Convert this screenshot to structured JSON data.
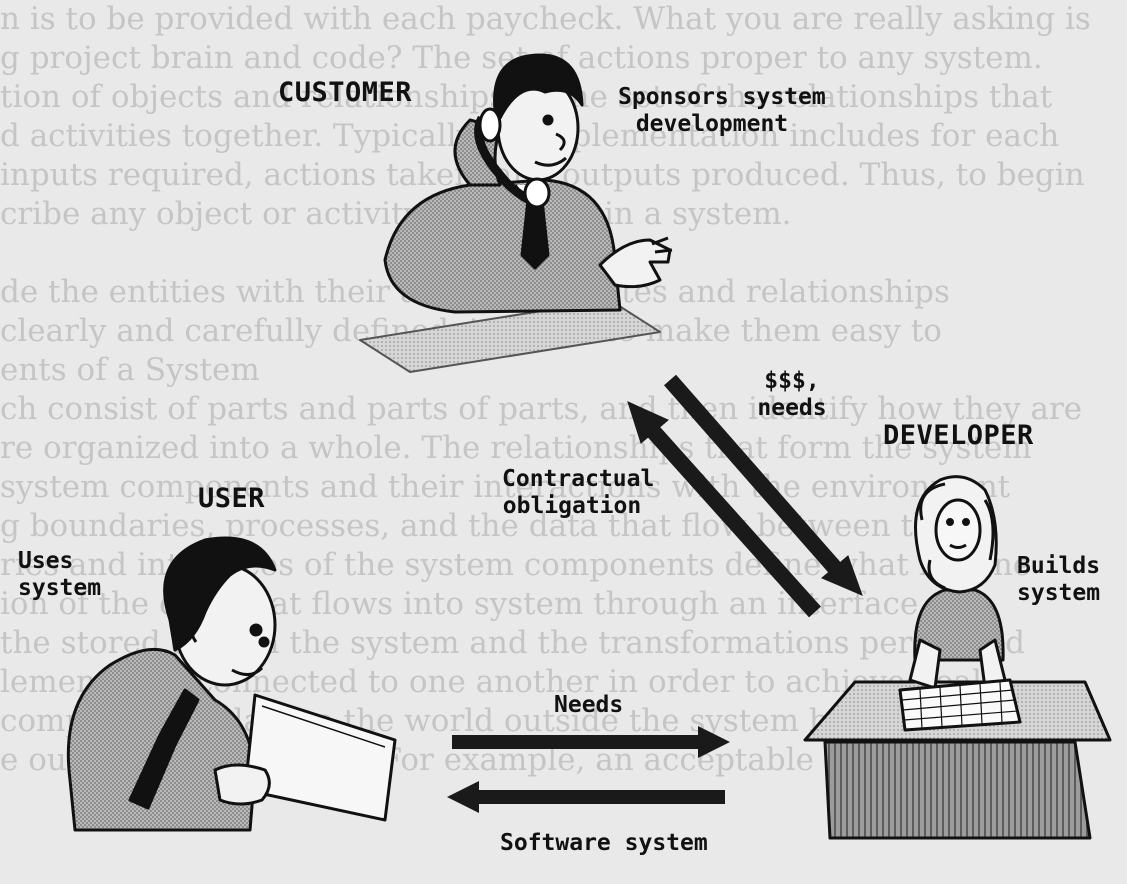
{
  "background_lines": [
    "n is to be provided with each paycheck. What you are really asking is",
    "g project brain and code? The set of actions proper to any system.",
    "tion of objects and relationships. A the set of the relationships that",
    "d activities together. Typically an implementation includes for each",
    "inputs required, actions taken, and outputs produced. Thus, to begin",
    "cribe any object or activity that exists in a system.",
    "",
    "de the entities with their attributes, states and relationships",
    "clearly and carefully defined, in order to make them easy to",
    "ents of a System",
    "ch consist of parts and parts of parts, and then identify how they are",
    "re organized into a whole. The relationships that form the system",
    "system components and their interactions with the environment",
    "g boundaries, processes, and the data that flow between them",
    "ries and interfaces of the system components define what is done",
    "ion of the data that flows into system through an interface",
    "the stored data in the system and the transformations performed",
    "lements are connected to one another in order to achieve goals",
    "components relate to the world outside the system boundary",
    "e outputs are expected. For example, an acceptable system"
  ],
  "diagram": {
    "customer": {
      "role": "CUSTOMER",
      "description": [
        "Sponsors system",
        "development"
      ]
    },
    "user": {
      "role": "USER",
      "description": [
        "Uses",
        "system"
      ]
    },
    "developer": {
      "role": "DEVELOPER",
      "description": [
        "Builds",
        "system"
      ]
    },
    "flows": {
      "customer_to_developer": [
        "$$$,",
        "needs"
      ],
      "developer_to_customer": [
        "Contractual",
        "obligation"
      ],
      "user_to_developer": "Needs",
      "developer_to_user": "Software system"
    }
  },
  "colors": {
    "ink": "#111111",
    "arrow": "#1a1a1a",
    "shading": "#9a9a9a",
    "paper": "#e9e9e9"
  }
}
